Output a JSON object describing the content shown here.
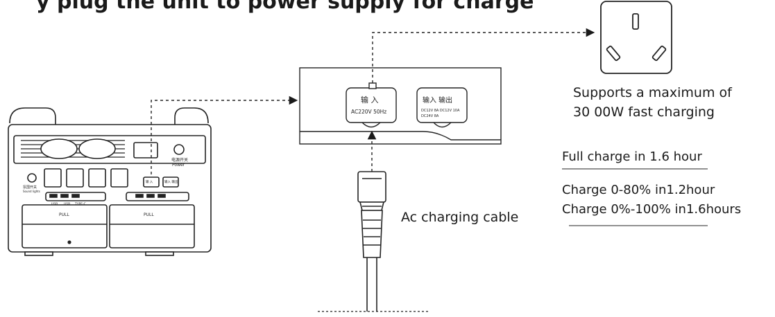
{
  "heading_partial": "y plug the unit to power supply for charge",
  "station": {
    "panel_input_label": "输 入",
    "panel_power_label": "电源开关",
    "panel_power_sub": "Power",
    "panel_sound_label": "氛围开关",
    "panel_sound_sub": "Sound lights",
    "ac_input_small": "输入 AC220V 50Hz",
    "dc_small": "输入 输出",
    "port_labels": [
      "USB",
      "USB",
      "TYPE-C"
    ],
    "pull_label": "PULL"
  },
  "connector_panel": {
    "ac_input_label": "输 入",
    "ac_input_spec": "AC220V 50Hz",
    "dc_io_label": "输入 输出",
    "dc_spec_1": "DC12V 8A  DC12V 10A",
    "dc_spec_2": "DC24V 8A"
  },
  "outlet_caption_line1": "Supports a maximum of",
  "outlet_caption_line2": "30 00W fast charging",
  "cable_label": "Ac charging cable",
  "full_charge": "Full charge in 1.6 hour",
  "charge_line1": "Charge 0-80% in1.2hour",
  "charge_line2": "Charge 0%-100% in1.6hours",
  "colors": {
    "ink": "#1a1a1a",
    "panel_bg": "#f6f6f6",
    "line": "#333333"
  }
}
